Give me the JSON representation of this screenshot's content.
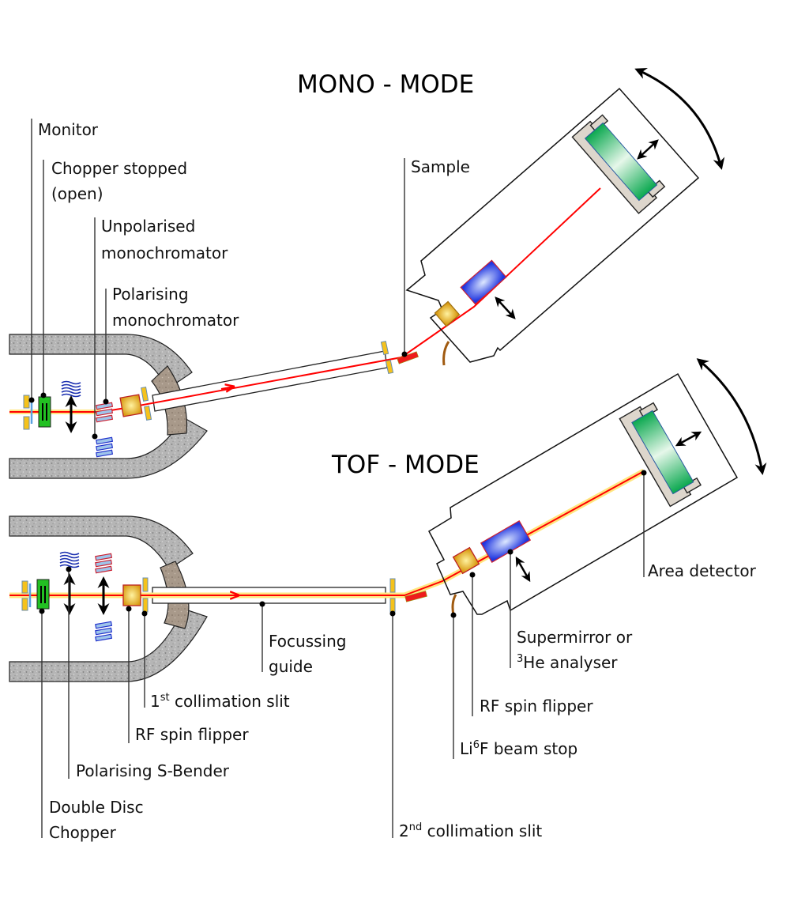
{
  "titles": {
    "mono": "MONO - MODE",
    "tof": "TOF - MODE"
  },
  "mono_labels": {
    "monitor": "Monitor",
    "chopper_line1": "Chopper stopped",
    "chopper_line2": "(open)",
    "unpol_line1": "Unpolarised",
    "unpol_line2": "monochromator",
    "pol_line1": "Polarising",
    "pol_line2": "monochromator",
    "sample": "Sample"
  },
  "tof_labels": {
    "area_detector": "Area detector",
    "analyser_line1": "Supermirror or",
    "analyser_sup": "3",
    "analyser_line2": "He analyser",
    "rf_flipper_right": "RF spin flipper",
    "beamstop_pre": "Li",
    "beamstop_sup": "6",
    "beamstop_post": "F beam stop",
    "slit2_pre": "2",
    "slit2_sup": "nd",
    "slit2_post": " collimation slit",
    "guide_line1": "Focussing",
    "guide_line2": "guide",
    "slit1_pre": "1",
    "slit1_sup": "st",
    "slit1_post": " collimation slit",
    "rf_flipper_left": "RF spin flipper",
    "sbender": "Polarising S-Bender",
    "ddc_line1": "Double Disc",
    "ddc_line2": "Chopper"
  },
  "colors": {
    "beam": "#ff0000",
    "beam_glow": "#ffe680",
    "shield": "#b9b9b9",
    "shield_inner": "#a89a8c",
    "slit": "#f5c21b",
    "chopper": "#22c022",
    "flipper": "#e0a010",
    "analyser": "#2a3ee8",
    "detector": "#0aa84f",
    "detector_frame": "#ddd6cc",
    "mono_blue": "#2233cc",
    "mono_red": "#cc2233"
  }
}
